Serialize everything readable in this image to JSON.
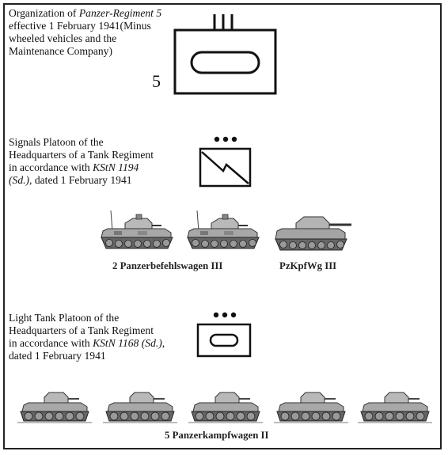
{
  "section1": {
    "line1_a": "Organization of ",
    "line1_b": "Panzer-Regiment 5",
    "line2": "effective 1 February 1941(Minus",
    "line3": "wheeled vehicles and the",
    "line4": "Maintenance Company)",
    "unit_number": "5"
  },
  "section2": {
    "line1": "Signals Platoon of the",
    "line2": "Headquarters of a Tank Regiment",
    "line3_a": "in accordance with ",
    "line3_b": "KStN 1194",
    "line4_a": "(Sd.)",
    "line4_b": ", dated 1 February 1941",
    "label_left": "2 Panzerbefehlswagen III",
    "label_right": "PzKpfWg III"
  },
  "section3": {
    "line1": "Light Tank Platoon of the",
    "line2": "Headquarters of a Tank Regiment",
    "line3_a": "in accordance with ",
    "line3_b": "KStN 1168 (Sd.)",
    "line3_c": ",",
    "line4": "dated 1 February 1941",
    "label": "5 Panzerkampfwagen II"
  },
  "colors": {
    "ink": "#111111",
    "tank": "#8a8a8a",
    "tank_dark": "#555555",
    "tank_light": "#c9c9c9"
  }
}
